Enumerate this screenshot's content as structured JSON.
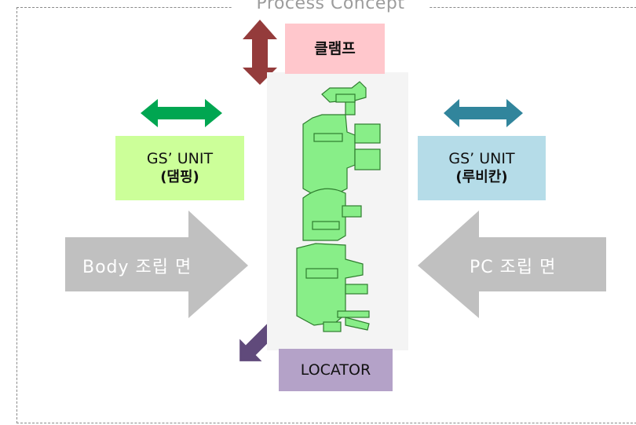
{
  "title": "Process  Concept",
  "boxes": {
    "clamp": "클램프",
    "gs_left_line1": "GS’  UNIT",
    "gs_left_line2": "(댐핑)",
    "gs_right_line1": "GS’  UNIT",
    "gs_right_line2": "(루비칸)",
    "locator": "LOCATOR"
  },
  "arrows": {
    "body_label": "Body 조립 면",
    "pc_label": "PC 조립 면"
  },
  "colors": {
    "clamp_arrow": "#943b3b",
    "gs_left_arrow": "#00a651",
    "gs_right_arrow": "#31859c",
    "locator_arrow": "#604a7b",
    "assembly_arrow": "#c0c0c0",
    "part": "#88ee88"
  }
}
